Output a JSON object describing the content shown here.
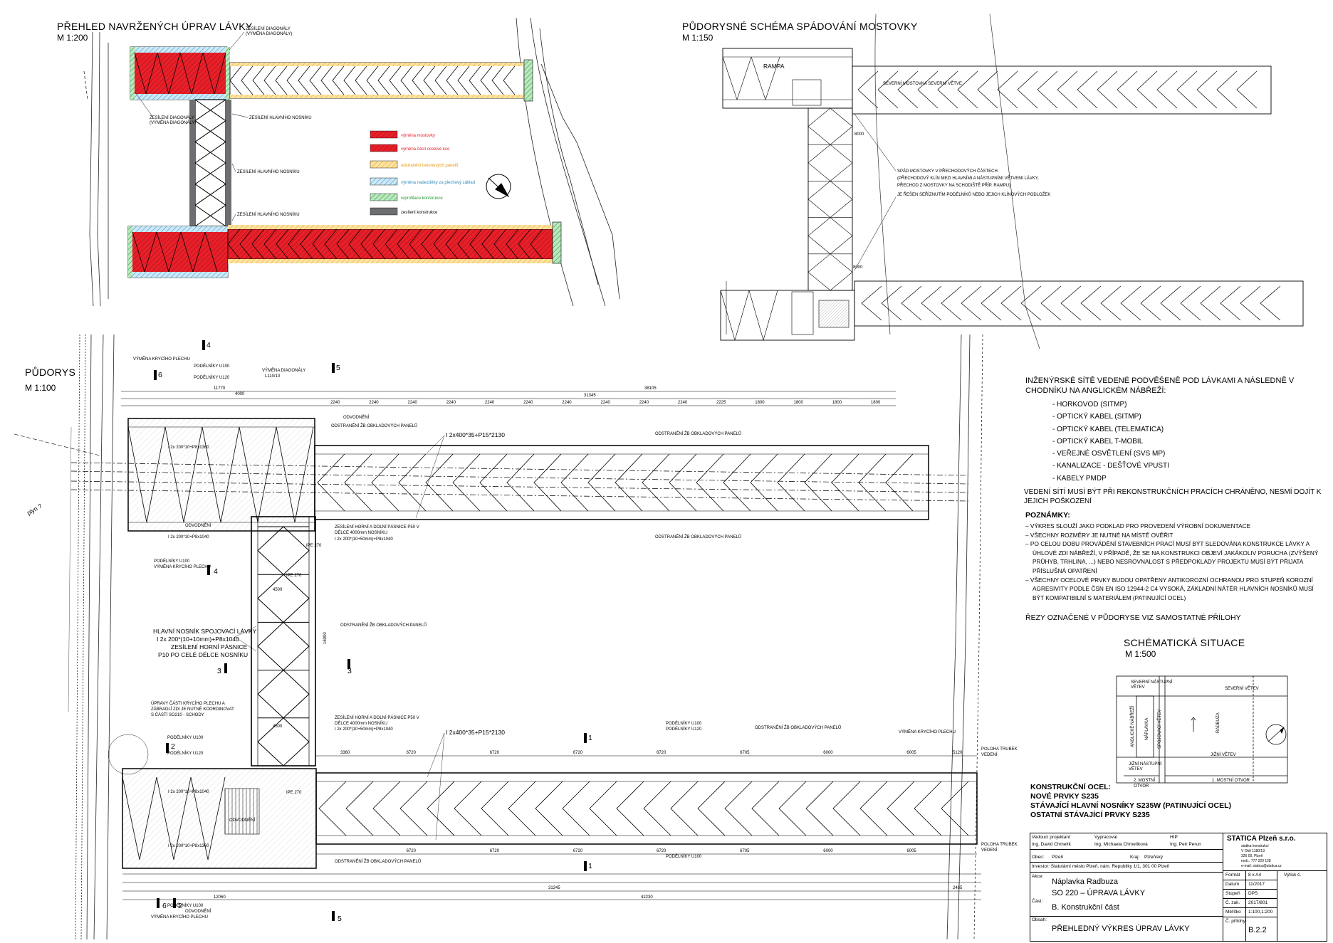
{
  "views": {
    "overview": {
      "title": "PŘEHLED NAVRŽENÝCH ÚPRAV LÁVKY",
      "scale": "M 1:200"
    },
    "drainage": {
      "title": "PŮDORYSNÉ SCHÉMA SPÁDOVÁNÍ MOSTOVKY",
      "scale": "M 1:150"
    },
    "plan": {
      "title": "PŮDORYS",
      "scale": "M 1:100"
    },
    "situation": {
      "title": "SCHÉMATICKÁ SITUACE",
      "scale": "M 1:500"
    }
  },
  "overview_labels": {
    "zesileni_diagonaly_top": "ZESÍLENÍ DIAGONÁLY",
    "vymena_diagonaly_top": "(VÝMĚNA DIAGONÁLY)",
    "zesileni_diagonaly_left": "ZESÍLENÍ DIAGONÁLY",
    "vymena_diagonaly_left": "(VÝMĚNA DIAGONÁLY)",
    "nosnik1": "ZESÍLENÍ HLAVNÍHO NOSNÍKU",
    "nosnik2": "ZESÍLENÍ HLAVNÍHO NOSNÍKU",
    "nosnik3": "ZESÍLENÍ HLAVNÍHO NOSNÍKU"
  },
  "legend": [
    {
      "label": "výměna mostovky",
      "color": "#e8202a"
    },
    {
      "label": "výměna části ocelové kce",
      "color": "#e8202a"
    },
    {
      "label": "odstranění betonových panelů",
      "color": "#f2b233"
    },
    {
      "label": "výměna nadezděky za plechový základ",
      "color": "#4aa8d8"
    },
    {
      "label": "reprofilace konstrukce",
      "color": "#2bb33a"
    },
    {
      "label": "zesílení konstrukce",
      "color": "#6d6e71"
    }
  ],
  "drainage_labels": {
    "rampa": "RAMPA",
    "north": "SEVERNÍ MOSTOVKA SEVERNÍ VĚTVE",
    "note1": "SPÁD MOSTOVKY V PŘECHODOVÝCH ČÁSTECH",
    "note2": "(PŘECHODOVÝ KLÍN MEZI HLAVNÍMI A NÁSTUPNÍMI VĚTVEMI LÁVKY,",
    "note3": "PŘECHOD Z MOSTOVKY NA SCHODIŠTĚ PŘÍP. RAMPU)",
    "note4": "JE ŘEŠEN SEŘÍZNUTÍM PODÉLNÍKŮ NEBO JEJICH KLÍNOVÝCH PODLOŽEK",
    "dim1": "8000",
    "dim2": "8000"
  },
  "plan_labels": {
    "top_total": "38105",
    "top_31345": "31345",
    "top_11770": "11770",
    "top_dims": [
      "2240",
      "2240",
      "2240",
      "2240",
      "2240",
      "2240",
      "2240",
      "2240",
      "2240",
      "2240",
      "2225",
      "1800",
      "1800",
      "1800",
      "1800"
    ],
    "bottom_total": "42230",
    "bottom_31345": "31345",
    "bottom_12060": "12060",
    "bottom_2485": "2485",
    "span_dims": [
      "6720",
      "6720",
      "6720",
      "6720",
      "6705",
      "6000",
      "6005"
    ],
    "dim_3360": "3360",
    "dim_5120": "5120",
    "dim_4000": "4000",
    "dim_16000": "16000",
    "dim_4500a": "4500",
    "dim_4500b": "4500",
    "ipe270": "IPE 270",
    "odvodneni": "ODVODNĚNÍ",
    "obklad": "ODSTRANĚNÍ ŽB OBKLADOVÝCH PANELŮ",
    "girder_top": "I 2x400*35+P15*2130",
    "girder_bottom": "I 2x400*35+P15*2130",
    "podelnik_u100": "PODÉLNÍKY U100",
    "podelnik_u120": "PODÉLNÍKY U120",
    "vymena_plechu": "VÝMĚNA KRYCÍHO PLECHU",
    "vymena_diag": "VÝMĚNA DIAGONÁLY",
    "diag_profile": "L110/10",
    "hlavni_nosnik1": "HLAVNÍ NOSNÍK SPOJOVACÍ LÁVKY",
    "hlavni_nosnik2": "I 2x 200*(10+10mm)+P8x1040",
    "hlavni_nosnik3": "ZESÍLENÍ HORNÍ PÁSNICE",
    "hlavni_nosnik4": "P10 PO CELÉ DÉLCE NOSNÍKU",
    "pasnice1": "ZESÍLENÍ HORNÍ A DOLNÍ PÁSNICE P50 V",
    "pasnice2": "DÉLCE 4000mm NOSNÍKU",
    "pasnice3": "I 2x 200*(10+50mm)+P8x1040",
    "upravy1": "ÚPRAVY ČÁSTI KRYCÍHO PLECHU A",
    "upravy2": "ZÁBRADLÍ ZDI JE NUTNÉ KOORDINOVAT",
    "upravy3": "S ČÁSTÍ SO210 - SCHODY",
    "plyn": "plyn ?",
    "poloha_trubek": "POLOHA TRUBEK",
    "vedeni": "VEDENÍ",
    "dim_1360": "I 2x 200*10+P8x1360",
    "dim_1040": "I 2x 200*10+P8x1040",
    "sec1": "1",
    "sec2": "2",
    "sec3": "3",
    "sec4": "4",
    "sec5": "5",
    "sec6": "6"
  },
  "networks": {
    "heading": "INŽENÝRSKÉ SÍTĚ VEDENÉ PODVĚŠENĚ POD LÁVKAMI A NÁSLEDNĚ V CHODNÍKU NA ANGLICKÉM NÁBŘEŽÍ:",
    "items": [
      "HORKOVOD (SITMP)",
      "OPTICKÝ KABEL (SITMP)",
      "OPTICKÝ KABEL (TELEMATICA)",
      "OPTICKÝ KABEL T-MOBIL",
      "VEŘEJNÉ OSVĚTLENÍ (SVS MP)",
      "KANALIZACE - DEŠŤOVÉ VPUSTI",
      "KABELY PMDP"
    ],
    "note": "VEDENÍ SÍTÍ MUSÍ BÝT PŘI REKONSTRUKČNÍCH PRACÍCH CHRÁNĚNO, NESMÍ DOJÍT K JEJICH POŠKOZENÍ"
  },
  "notes": {
    "heading": "POZNÁMKY:",
    "items": [
      "VÝKRES SLOUŽÍ JAKO PODKLAD PRO PROVEDENÍ VÝROBNÍ DOKUMENTACE",
      "VŠECHNY ROZMĚRY JE NUTNÉ NA MÍSTĚ OVĚŘIT",
      "PO CELOU DOBU PROVÁDĚNÍ STAVEBNÍCH PRACÍ MUSÍ BÝT SLEDOVÁNA KONSTRUKCE LÁVKY A ÚHLOVÉ ZDI NÁBŘEŽÍ, V PŘÍPADĚ, ŽE SE NA KONSTRUKCI OBJEVÍ JAKÁKOLIV PORUCHA (ZVÝŠENÝ PRŮHYB, TRHLINA, ...) NEBO NESROVNALOST S PŘEDPOKLADY PROJEKTU MUSÍ BÝT PŘIJATA PŘÍSLUŠNÁ OPATŘENÍ",
      "VŠECHNY OCELOVÉ PRVKY BUDOU OPATŘENY ANTIKOROZNÍ OCHRANOU PRO STUPEŇ KOROZNÍ AGRESIVITY PODLE ČSN EN ISO 12944-2 C4 VYSOKÁ, ZÁKLADNÍ NÁTĚR HLAVNÍCH NOSNÍKŮ MUSÍ BÝT KOMPATIBILNÍ S MATERIÁLEM (PATINUJÍCÍ OCEL)"
    ],
    "sections": "ŘEZY OZNAČENÉ V PŮDORYSE VIZ SAMOSTATNÉ PŘÍLOHY"
  },
  "situation_labels": {
    "sev_nastupni": "SEVERNÍ NÁSTUPNÍ",
    "vetev1": "VĚTEV",
    "sev_vetev": "SEVERNÍ VĚTEV",
    "anglicke": "ANGLICKÉ NÁBŘEŽÍ",
    "naplavka": "NÁPLAVKA",
    "spojovaci": "SPOJOVACÍ VĚTEV",
    "radbuza": "RADBUZA",
    "jizni_vetev": "JIŽNÍ VĚTEV",
    "jiz_nastupni": "JIŽNÍ NÁSTUPNÍ",
    "vetev2": "VĚTEV",
    "otvor2": "2. MOSTNÍ",
    "otvor2b": "OTVOR",
    "otvor1": "1. MOSTNÍ OTVOR"
  },
  "steel": {
    "heading": "KONSTRUKČNÍ OCEL:",
    "lines": [
      "NOVÉ PRVKY S235",
      "STÁVAJÍCÍ HLAVNÍ NOSNÍKY S235W (PATINUJÍCÍ OCEL)",
      "OSTATNÍ STÁVAJÍCÍ PRVKY S235"
    ]
  },
  "title_block": {
    "vedouci_label": "Vedoucí projektant",
    "vedouci": "Ing. David Chmelík",
    "vypracoval_label": "Vypracoval",
    "vypracoval": "Ing. Michaela Chmelíková",
    "hip_label": "HIP",
    "hip": "Ing. Petr Perun",
    "obec_label": "Obec:",
    "obec": "Plzeň",
    "kraj_label": "Kraj:",
    "kraj": "Plzeňský",
    "investor": "Investor: Statutární město Plzeň, nám. Republiky 1/1, 301 00 Plzeň",
    "akce_label": "Akce:",
    "akce1": "Náplavka Radbuza",
    "akce2": "SO 220 – ÚPRAVA LÁVKY",
    "cast_label": "Část:",
    "cast": "B. Konstrukční část",
    "obsah_label": "Obsah:",
    "obsah": "PŘEHLEDNÝ VÝKRES ÚPRAV LÁVKY",
    "company": "STATICA Plzeň s.r.o.",
    "company_sub": "statika konstrukcí",
    "company_addr1": "V Okři 1180/13",
    "company_addr2": "326 00, Plzeň",
    "company_mob": "mob.: 777 220 128",
    "company_mail": "e-mail: statica@statica.cz",
    "format_label": "Formát",
    "format": "8 x A4",
    "vytisk": "Výtisk č.",
    "datum_label": "Datum",
    "datum": "11/2017",
    "stupen_label": "Stupeň",
    "stupen": "DPS",
    "zak_label": "Č. zak.",
    "zak": "2017/801",
    "meritko_label": "Měřítko",
    "meritko": "1:100,1:200",
    "priloha_label": "Č. přílohy",
    "priloha": "B.2.2"
  }
}
